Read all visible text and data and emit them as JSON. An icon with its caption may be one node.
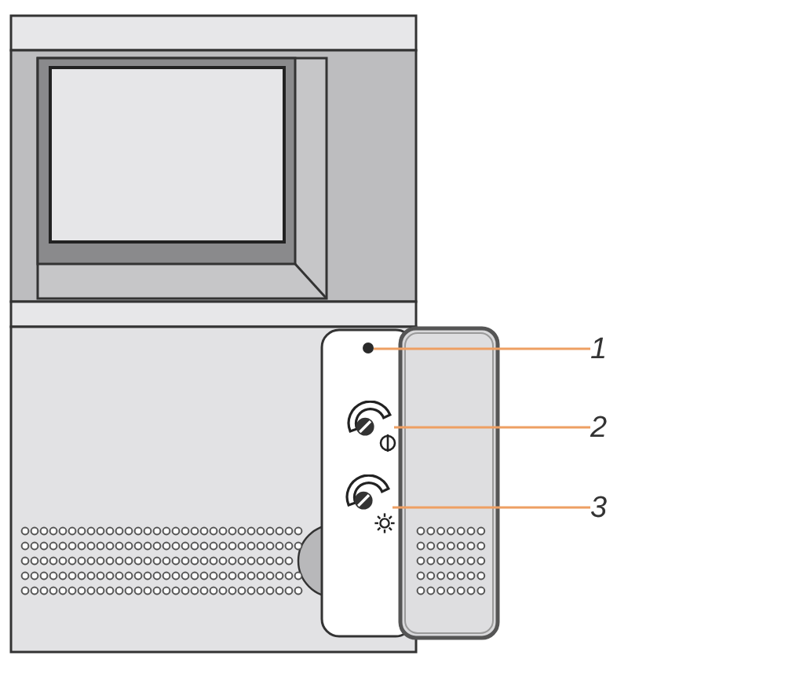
{
  "diagram": {
    "nodes": [
      {
        "text": [
          "1"
        ]
      },
      {
        "text": [],
        "shape": "circle"
      },
      {
        "text": [
          "2"
        ]
      },
      {
        "text": [],
        "shape": "picture"
      },
      {
        "text": [
          "3"
        ]
      },
      {
        "text": [],
        "shape": "picture"
      }
    ],
    "edges": [
      {
        "from": 0,
        "to": 1,
        "arrow": "none"
      },
      {
        "from": 2,
        "to": 3,
        "arrow": "none"
      },
      {
        "from": 4,
        "to": 5,
        "arrow": "none"
      }
    ]
  }
}
